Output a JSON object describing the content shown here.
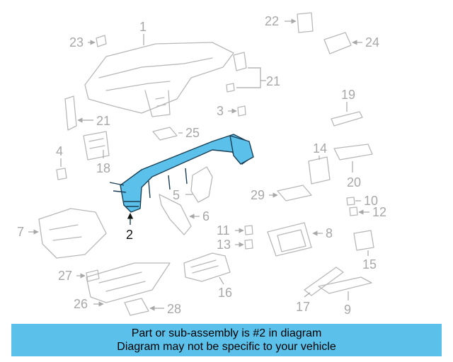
{
  "diagram": {
    "highlighted_part": "2",
    "highlight_color": "#5bc0ea",
    "parts": [
      "1",
      "2",
      "3",
      "4",
      "5",
      "6",
      "7",
      "8",
      "9",
      "10",
      "11",
      "12",
      "13",
      "14",
      "15",
      "16",
      "17",
      "18",
      "19",
      "20",
      "21",
      "21",
      "22",
      "23",
      "24",
      "25",
      "26",
      "27",
      "28",
      "29"
    ]
  },
  "banner": {
    "line1": "Part or sub-assembly is #2 in diagram",
    "line2": "Diagram may not be specific to your vehicle",
    "color": "#5bc0ea"
  }
}
